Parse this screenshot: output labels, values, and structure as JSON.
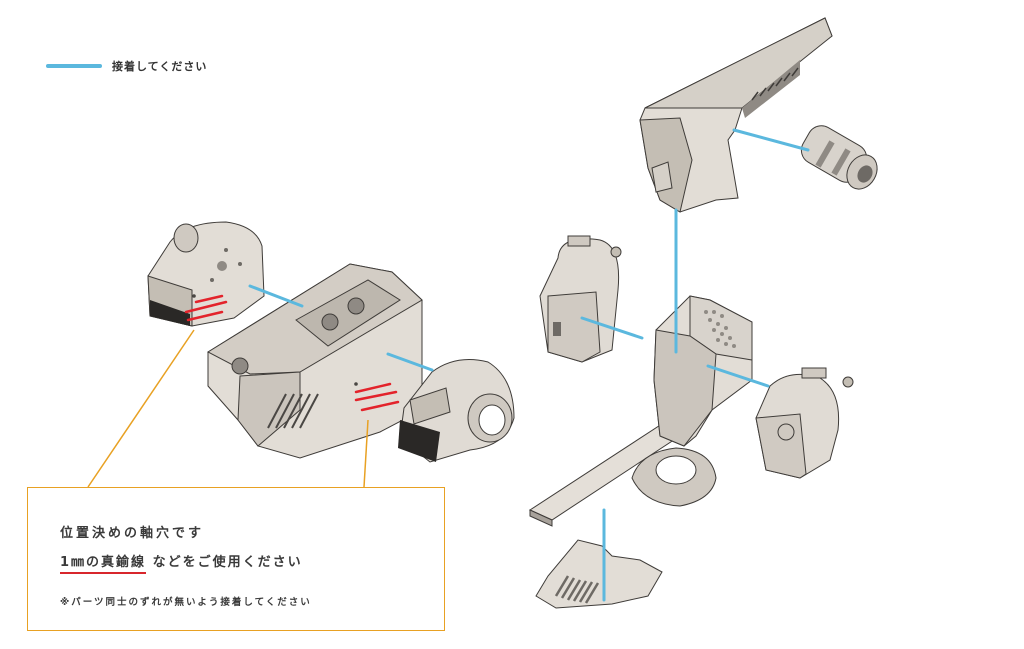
{
  "legend": {
    "label": "接着してください",
    "color": "#5bb8de"
  },
  "note": {
    "line1": "位置決めの軸穴です",
    "line2_underlined": "1㎜の真鍮線",
    "line2_rest": " などをご使用ください",
    "line3": "※パーツ同士のずれが無いよう接着してください",
    "border_color": "#e8a123",
    "underline_color": "#d8262c"
  },
  "colors": {
    "part_fill": "#e2ddd6",
    "part_shade": "#c4beb4",
    "part_dark": "#8f8a84",
    "part_edge": "#3f3c39",
    "pin_marker": "#e3232b"
  },
  "parts": [
    {
      "name": "barrel-arm-part"
    },
    {
      "name": "thruster-nozzle-part"
    },
    {
      "name": "left-shoulder-part"
    },
    {
      "name": "center-frame-part"
    },
    {
      "name": "right-shoulder-part"
    },
    {
      "name": "foot-plate-part"
    },
    {
      "name": "side-cover-part"
    },
    {
      "name": "main-body-block-part"
    },
    {
      "name": "front-cylinder-part"
    }
  ]
}
